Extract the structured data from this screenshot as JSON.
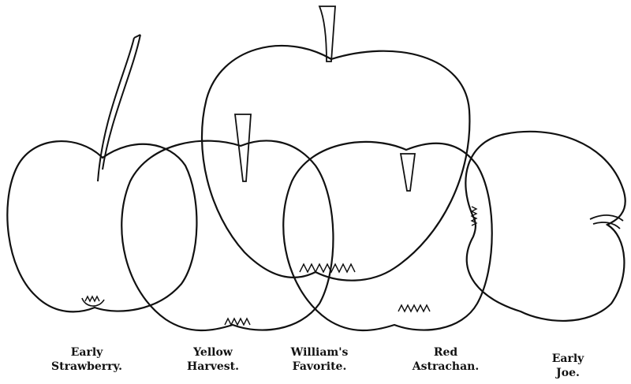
{
  "labels": [
    {
      "line1": "Early",
      "line2": "Strawberry."
    },
    {
      "line1": "Yellow",
      "line2": "Harvest."
    },
    {
      "line1": "William's",
      "line2": "Favorite."
    },
    {
      "line1": "Red",
      "line2": "Astrachan."
    },
    {
      "line1": "Early",
      "line2": "Joe."
    }
  ],
  "colors": {
    "ink": "#111111",
    "paper": "#ffffff"
  }
}
